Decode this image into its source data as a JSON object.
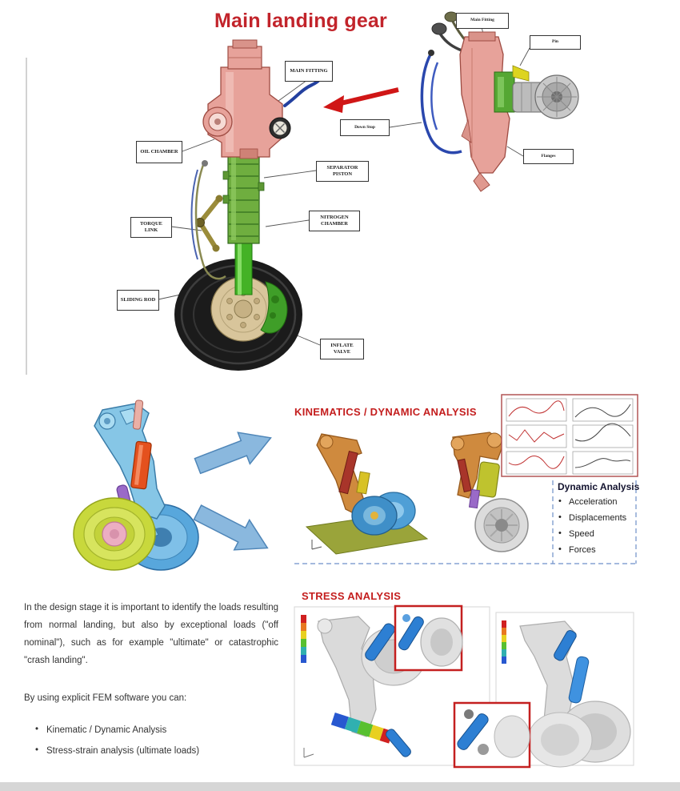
{
  "slide1": {
    "title": "Main landing gear",
    "callouts": {
      "main_fitting": "MAIN FITTING",
      "oil_chamber": "OIL CHAMBER",
      "separator_piston": "SEPARATOR PISTON",
      "torque_link": "TORQUE LINK",
      "nitrogen_chamber": "NITROGEN CHAMBER",
      "sliding_rod": "SLIDING ROD",
      "inflate_valve": "INFLATE VALVE"
    },
    "assembly_callouts": {
      "main_fitting": "Main Fitting",
      "pin": "Pin",
      "down_stop": "Down Stop",
      "flanges": "Flanges"
    }
  },
  "slide2": {
    "kinematics_heading": "KINEMATICS / DYNAMIC ANALYSIS",
    "stress_heading": "STRESS ANALYSIS",
    "dynamic_analysis": {
      "title": "Dynamic Analysis",
      "items": [
        "Acceleration",
        "Displacements",
        "Speed",
        "Forces"
      ]
    },
    "paragraph1": "In the design stage it is important to identify the loads resulting from normal landing, but also by exceptional loads (\"off nominal\"), such as for example \"ultimate\" or catastrophic \"crash landing\".",
    "fem_intro": "By using explicit FEM software you can:",
    "fem_items": [
      "Kinematic / Dynamic Analysis",
      "Stress-strain analysis (ultimate loads)"
    ]
  },
  "colors": {
    "title_red": "#c2242b",
    "heading_red": "#c41e1e",
    "arrow_blue": "#8ab8de",
    "inset_border_red": "#c42020"
  }
}
